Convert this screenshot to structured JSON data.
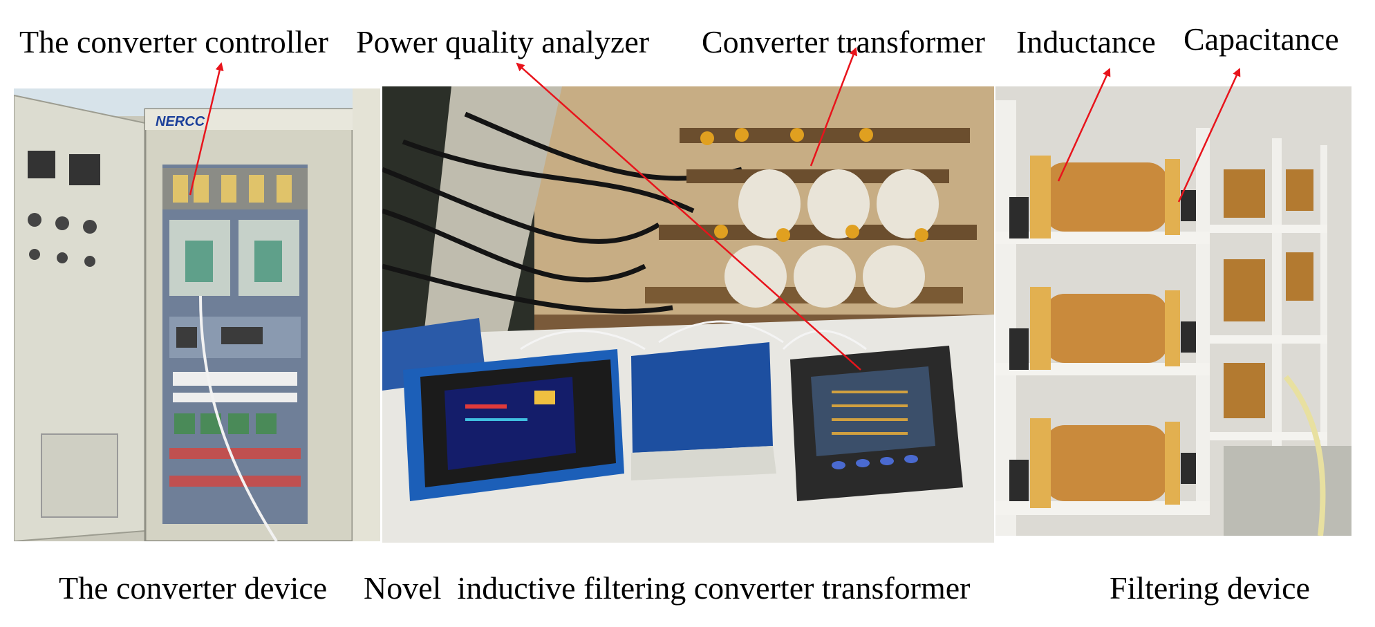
{
  "top_labels": {
    "controller": "The converter controller",
    "analyzer": "Power quality analyzer",
    "transformer": "Converter transformer",
    "inductance": "Inductance",
    "capacitance": "Capacitance"
  },
  "captions": {
    "converter_device": "The converter device",
    "novel_transformer": "Novel  inductive filtering converter transformer",
    "filtering_device": "Filtering device"
  },
  "panel_text": {
    "brand": "NERCC"
  },
  "colors": {
    "arrow": "#e8141c",
    "cabinet": "#d9d8c8",
    "rack": "#6f7f98",
    "analyzer_blue": "#1c5fb8",
    "shelf": "#ecebe6",
    "coil": "#c98a3c"
  }
}
